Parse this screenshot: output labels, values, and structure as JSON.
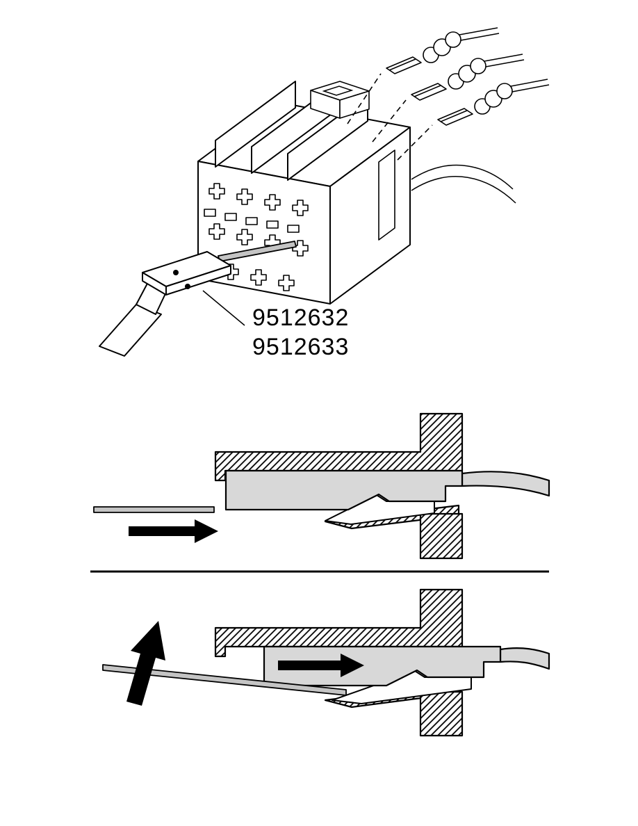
{
  "exploded_view": {
    "part_numbers": [
      "9512632",
      "9512633"
    ]
  },
  "icons": {
    "insert-direction-arrow": "solid right-pointing arrow",
    "push-direction-arrow": "solid right-pointing arrow",
    "lift-direction-arrow": "solid tilted up-pointing arrow"
  },
  "colors": {
    "line": "#000000",
    "background": "#ffffff",
    "terminal_fill": "#d8d8d8",
    "tool_fill": "#c4c4c4",
    "arrow_fill": "#000000"
  }
}
